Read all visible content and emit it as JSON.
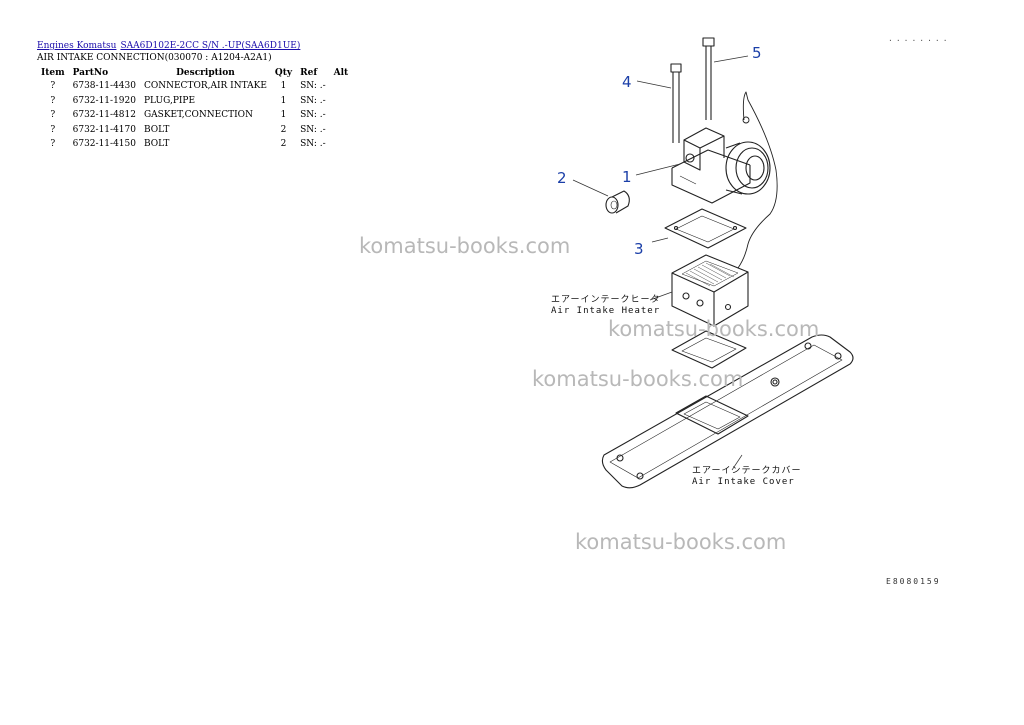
{
  "breadcrumb": {
    "link1": "Engines Komatsu",
    "link2": "SAA6D102E-2CC S/N .-UP(SAA6D1UE)"
  },
  "page_title": "AIR INTAKE CONNECTION(030070 : A1204-A2A1)",
  "table": {
    "headers": {
      "item": "Item",
      "partno": "PartNo",
      "description": "Description",
      "qty": "Qty",
      "ref": "Ref",
      "alt": "Alt"
    },
    "rows": [
      {
        "item": "?",
        "partno": "6738-11-4430",
        "description": "CONNECTOR,AIR INTAKE",
        "qty": "1",
        "ref": "SN: .-",
        "alt": ""
      },
      {
        "item": "?",
        "partno": "6732-11-1920",
        "description": "PLUG,PIPE",
        "qty": "1",
        "ref": "SN: .-",
        "alt": ""
      },
      {
        "item": "?",
        "partno": "6732-11-4812",
        "description": "GASKET,CONNECTION",
        "qty": "1",
        "ref": "SN: .-",
        "alt": ""
      },
      {
        "item": "?",
        "partno": "6732-11-4170",
        "description": "BOLT",
        "qty": "2",
        "ref": "SN: .-",
        "alt": ""
      },
      {
        "item": "?",
        "partno": "6732-11-4150",
        "description": "BOLT",
        "qty": "2",
        "ref": "SN: .-",
        "alt": ""
      }
    ]
  },
  "watermark_text": "komatsu-books.com",
  "diagram": {
    "callouts": [
      "1",
      "2",
      "3",
      "4",
      "5"
    ],
    "heater_label_jp": "エアーインテークヒータ",
    "heater_label_en": "Air Intake Heater",
    "cover_label_jp": "エアーインテークカバー",
    "cover_label_en": "Air Intake Cover",
    "figure_code": "E8080159",
    "corner_mark": "........"
  },
  "colors": {
    "link": "#1a0dab",
    "callout": "#1b3fa8",
    "watermark": "#b8b8b8"
  }
}
